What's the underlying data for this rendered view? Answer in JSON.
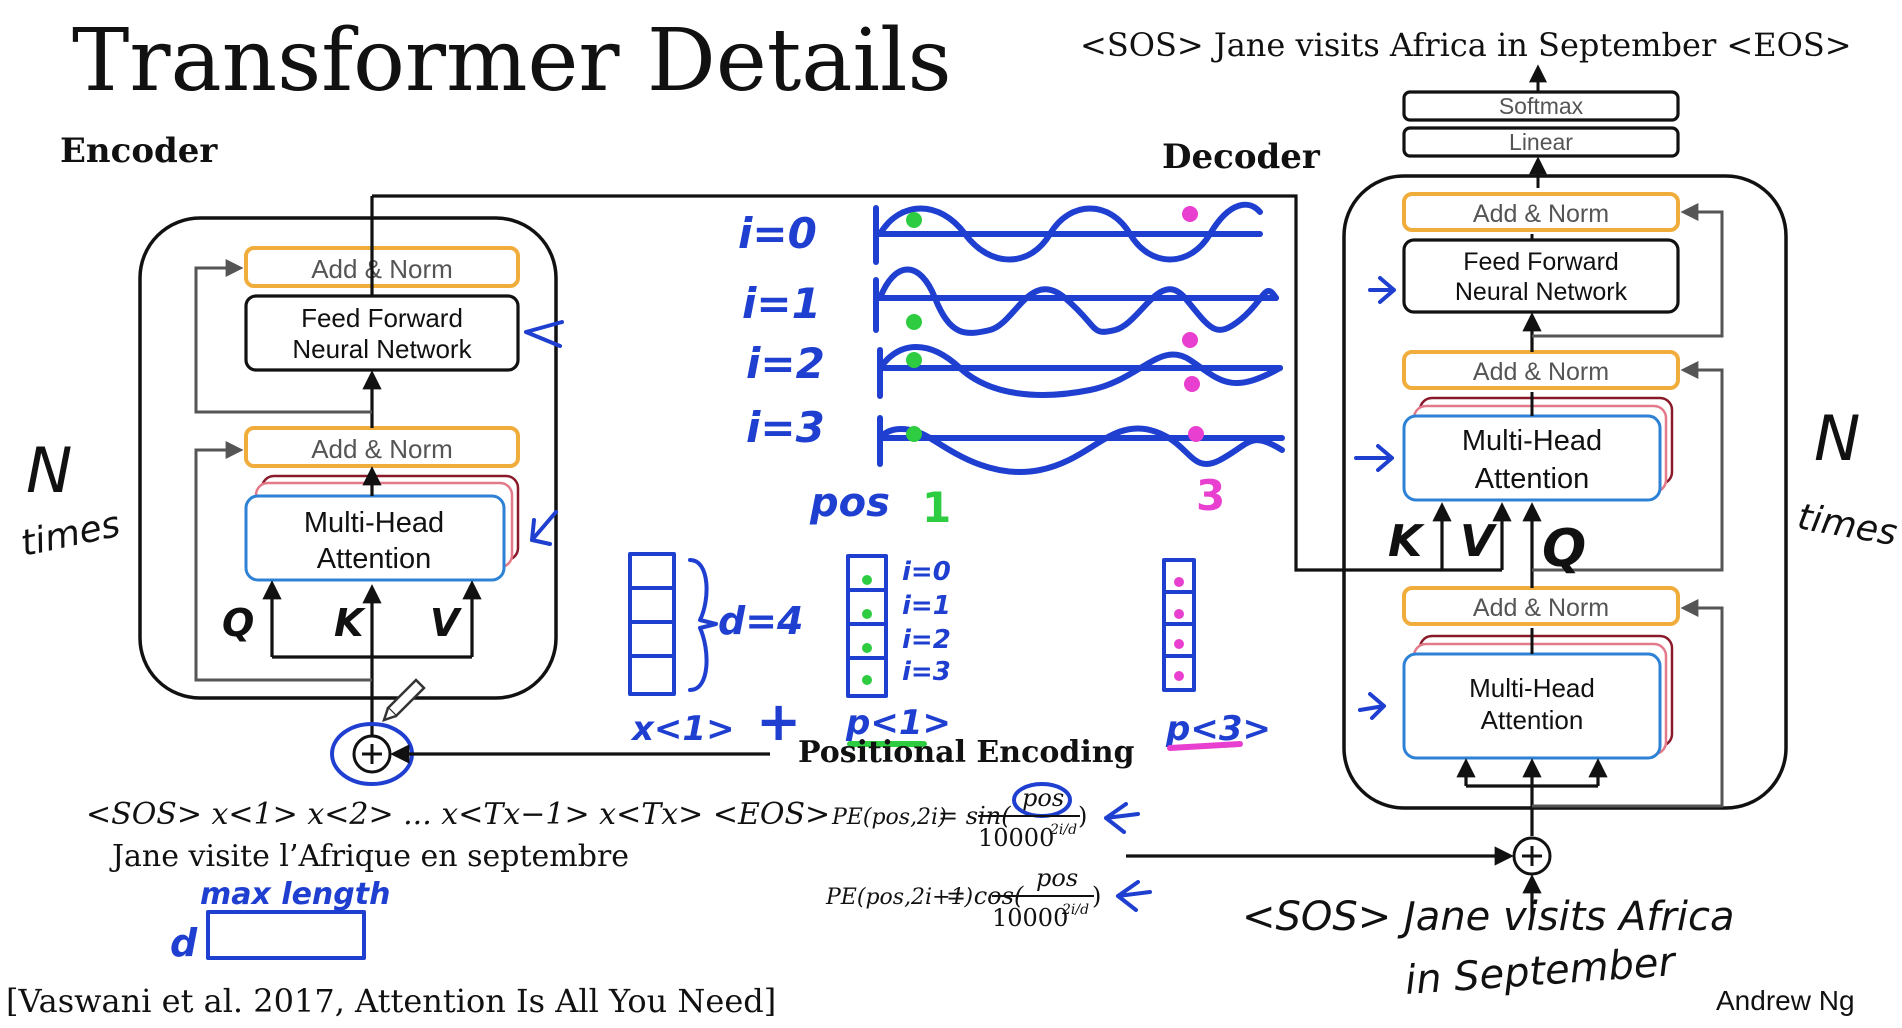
{
  "title": "Transformer Details",
  "encoder": {
    "label": "Encoder",
    "add_norm_top": "Add & Norm",
    "feed_forward": [
      "Feed Forward",
      "Neural Network"
    ],
    "add_norm_bottom": "Add & Norm",
    "mha": [
      "Multi-Head",
      "Attention"
    ],
    "q": "Q",
    "k": "K",
    "v": "V",
    "n_times": [
      "N",
      "times"
    ],
    "input_tokens": "<SOS> x<1> x<2> ... x<Tx−1> x<Tx> <EOS>",
    "input_sentence": "Jane visite l’Afrique en septembre",
    "max_length_note": "max length",
    "d_note": "d"
  },
  "decoder": {
    "label": "Decoder",
    "output_sentence": "<SOS> Jane visits Africa in September <EOS>",
    "softmax": "Softmax",
    "linear": "Linear",
    "add_norm_1": "Add & Norm",
    "feed_forward": [
      "Feed Forward",
      "Neural Network"
    ],
    "add_norm_2": "Add & Norm",
    "mha_top": [
      "Multi-Head",
      "Attention"
    ],
    "add_norm_3": "Add & Norm",
    "mha_bottom": [
      "Multi-Head",
      "Attention"
    ],
    "k": "K",
    "v": "V",
    "q": "Q",
    "n_times": [
      "N",
      "times"
    ],
    "input_handwritten": [
      "<SOS> Jane visits Africa",
      "in September"
    ]
  },
  "positional": {
    "label": "Positional Encoding",
    "formula_sin": {
      "lhs": "PE(pos,2i)",
      "rhs_prefix": "= sin(",
      "num": "pos",
      "den": "10000",
      "exp": "2i/d",
      "close": ")"
    },
    "formula_cos": {
      "lhs": "PE(pos,2i+1)",
      "rhs_prefix": "= cos(",
      "num": "pos",
      "den": "10000",
      "exp": "2i/d",
      "close": ")"
    },
    "wave_labels": [
      "i=0",
      "i=1",
      "i=2",
      "i=3"
    ],
    "pos_label": "pos",
    "pos_1": "1",
    "pos_3": "3",
    "d_eq": "d=4",
    "x1_label": "x<1>",
    "p1_label": "p<1>",
    "p3_label": "p<3>",
    "plus": "+",
    "vec_labels": [
      "i=0",
      "i=1",
      "i=2",
      "i=3"
    ]
  },
  "citation": "[Vaswani et al. 2017, Attention Is All You Need]",
  "author": "Andrew Ng",
  "colors": {
    "ink_blue": "#1f3fd1",
    "orange": "#f0ad3c",
    "box_blue": "#2d82d6",
    "green": "#2ecc40",
    "magenta": "#e83fd0"
  }
}
